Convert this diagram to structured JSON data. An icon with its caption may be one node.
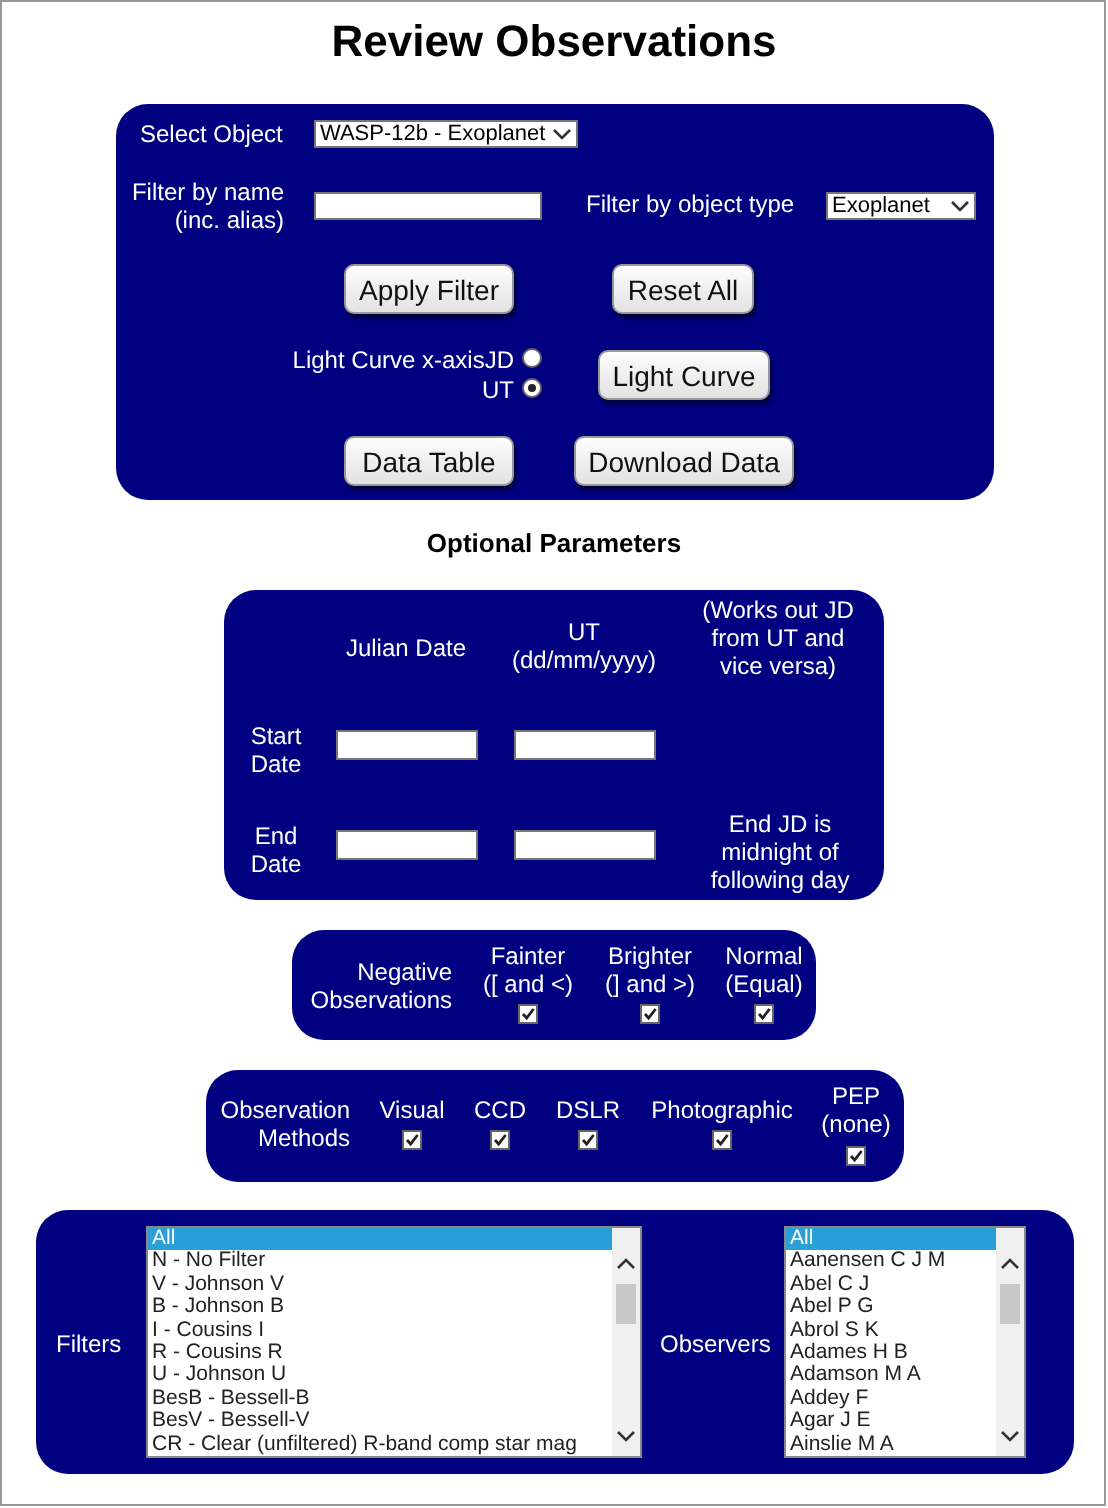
{
  "diagram": {
    "title": "Review Observations",
    "nodes": [
      {
        "text": [
          "Select Object",
          "Filter by name (inc. alias)",
          "Filter by object type",
          "Light Curve x-axisJD",
          "UT"
        ]
      },
      {
        "text": [
          "WASP-12b - Exoplanet"
        ],
        "in": 0
      },
      {
        "text": [
          "Exoplanet"
        ],
        "in": 0
      },
      {
        "text": [
          "Apply Filter"
        ],
        "in": 0
      },
      {
        "text": [
          "Reset All"
        ],
        "in": 0
      },
      {
        "text": [
          "Light Curve"
        ],
        "in": 0
      },
      {
        "text": [
          "Data Table"
        ],
        "in": 0
      },
      {
        "text": [
          "Download Data"
        ],
        "in": 0
      },
      {
        "text": [
          "Julian Date",
          "UT (dd/mm/yyyy)",
          "(Works out JD from UT and vice versa)",
          "Start Date",
          "End Date",
          "End JD is midnight of following day"
        ]
      },
      {
        "text": [
          "Negative Observations",
          "Fainter ([ and <)",
          "Brighter (] and >)",
          "Normal (Equal)"
        ]
      },
      {
        "text": [
          "Observation Methods",
          "Visual",
          "CCD",
          "DSLR",
          "Photographic",
          "PEP (none)"
        ]
      },
      {
        "text": [
          "Filters",
          "Observers"
        ]
      },
      {
        "text": [
          "All",
          "N - No Filter",
          "V - Johnson V",
          "B - Johnson B",
          "I - Cousins I",
          "R - Cousins R",
          "U - Johnson U",
          "BesB - Bessell-B",
          "BesV - Bessell-V",
          "CR - Clear (unfiltered) R-band comp star mag"
        ],
        "in": 11
      },
      {
        "text": [
          "All",
          "Aanensen C J M",
          "Abel C J",
          "Abel P G",
          "Abrol S K",
          "Adames H B",
          "Adamson M A",
          "Addey F",
          "Agar J E",
          "Ainslie M A"
        ],
        "in": 11
      },
      {
        "text": [],
        "shape": "box",
        "in": 0
      },
      {
        "text": [],
        "shape": "box",
        "in": 8
      },
      {
        "text": [],
        "shape": "box",
        "in": 8
      },
      {
        "text": [],
        "shape": "box",
        "in": 8
      },
      {
        "text": [],
        "shape": "box",
        "in": 8
      }
    ],
    "labels": [
      "Optional Parameters"
    ]
  }
}
